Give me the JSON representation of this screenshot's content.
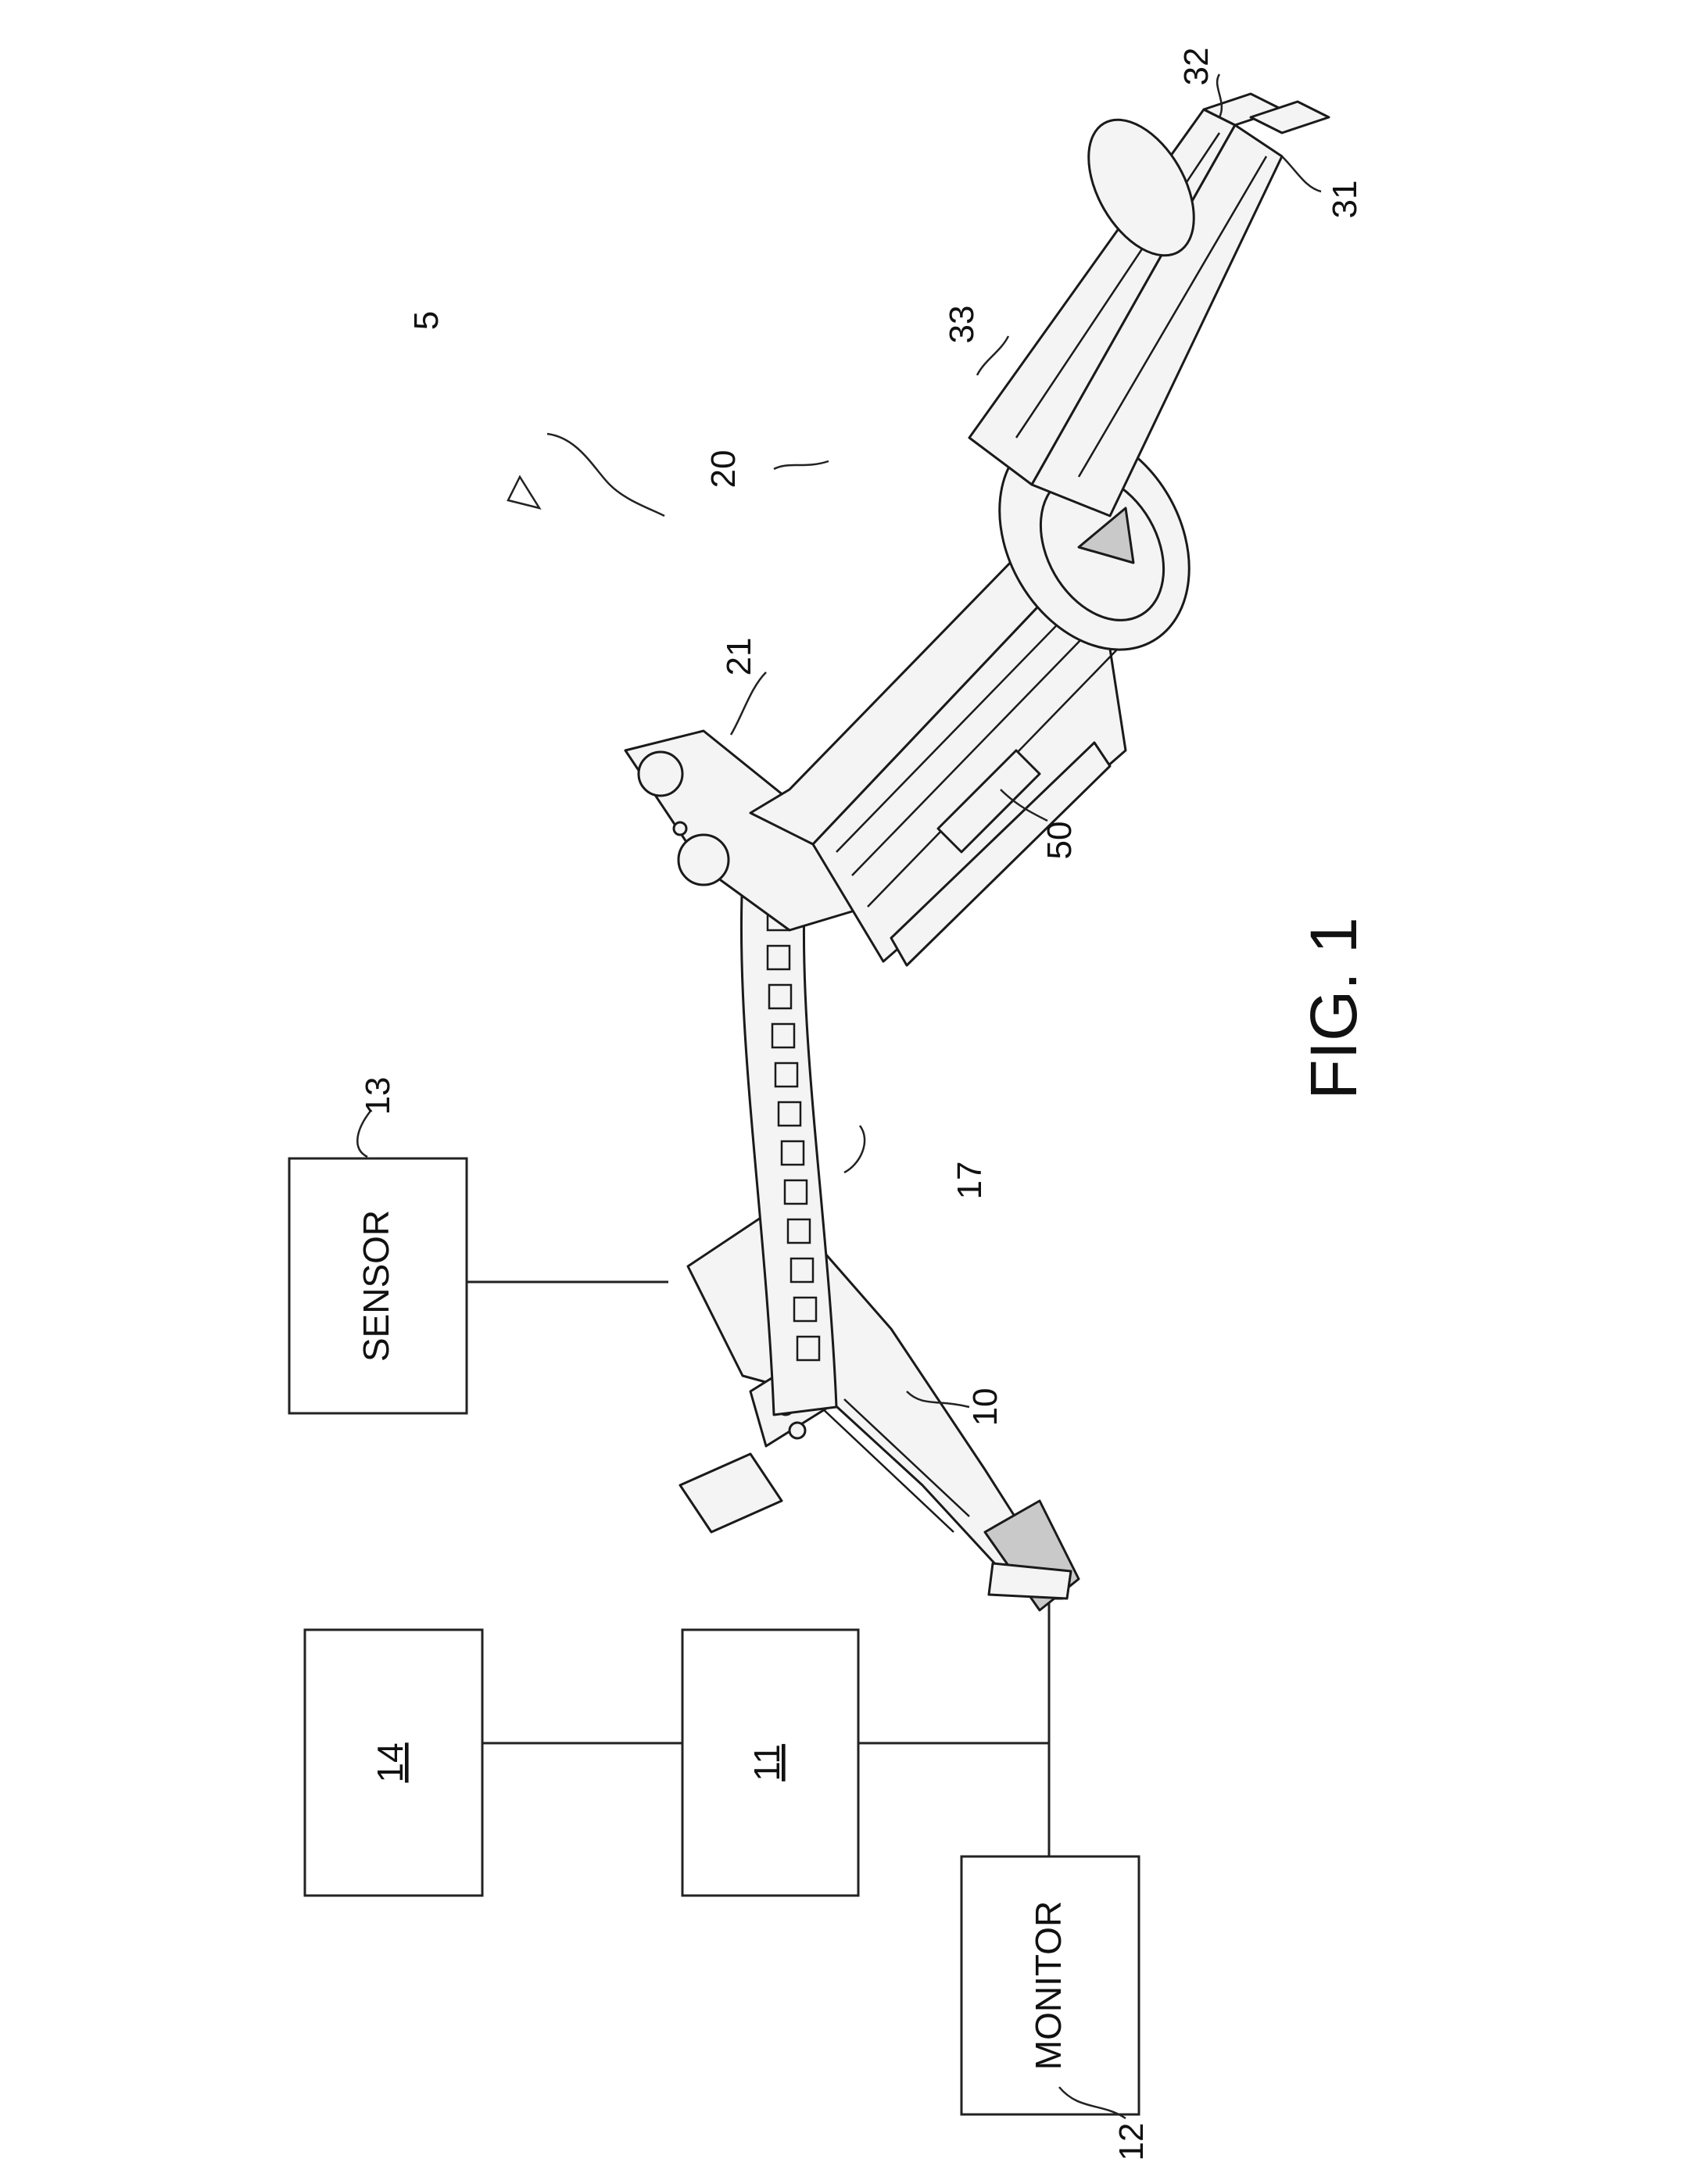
{
  "figure": {
    "title": "FIG. 1",
    "system_ref": "5"
  },
  "blocks": {
    "sensor": {
      "text": "SENSOR",
      "ref": "13"
    },
    "monitor": {
      "text": "MONITOR",
      "ref": "12"
    },
    "controller": {
      "text": "11"
    },
    "storage": {
      "text": "14"
    }
  },
  "device_refs": {
    "base": "10",
    "arc": "17",
    "rail": "20",
    "rail_top": "21",
    "arm_lower": "31",
    "arm_upper": "32",
    "rotary_joint": "33",
    "carriage": "50"
  }
}
